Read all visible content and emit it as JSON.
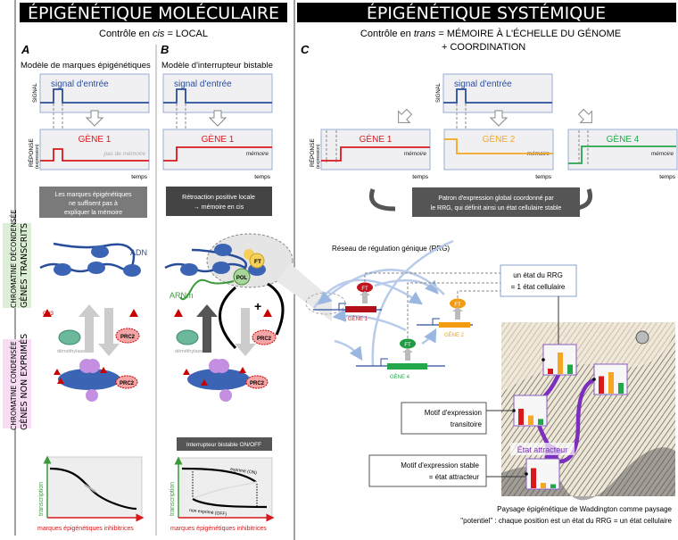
{
  "left": {
    "title": "ÉPIGÉNÉTIQUE MOLÉCULAIRE",
    "subtitle_prefix": "Contrôle en ",
    "subtitle_italic": "cis",
    "subtitle_suffix": " = LOCAL",
    "side_top": [
      "CHROMATINE DÉCONDENSÉE",
      "GÈNES TRANSCRITS"
    ],
    "side_bottom": [
      "CHROMATINE CONDENSÉE",
      "GÈNES NON EXPRIMÉS"
    ],
    "panel_a": {
      "letter": "A",
      "title": "Modèle de marques épigénétiques",
      "signal_label": "SIGNAL",
      "signal_text": "signal d'entrée",
      "response_label": "RÉPONSE",
      "response_sub": "(expression)",
      "gene": "GÈNE 1",
      "memory": "pas de mémoire",
      "time": "temps",
      "note": [
        "Les marques épigénétiques",
        "ne suffisent pas à",
        "expliquer la mémoire"
      ],
      "dna": "ADN",
      "ch3": "CH3",
      "demethylase": "déméthylase",
      "prc2": "PRC2",
      "y_axis": "transcription",
      "x_axis": "marques épigénétiques inhibitrices"
    },
    "panel_b": {
      "letter": "B",
      "title": "Modèle d'interrupteur bistable",
      "signal_text": "signal d'entrée",
      "gene": "GÈNE 1",
      "memory": "mémoire",
      "time": "temps",
      "note": [
        "Rétroaction positive locale",
        "→ mémoire en cis"
      ],
      "ft": "FT",
      "pol": "POL",
      "arnm": "ARNm",
      "plus": "+",
      "demethylase": "déméthylase",
      "prc2": "PRC2",
      "switch_title": "Interrupteur bistable ON/OFF",
      "on": "exprimé (ON)",
      "off": "non exprimé (OFF)",
      "y_axis": "transcription",
      "x_axis": "marques épigénétiques inhibitrices"
    }
  },
  "right": {
    "title": "ÉPIGÉNÉTIQUE SYSTÉMIQUE",
    "subtitle_prefix": "Contrôle en ",
    "subtitle_italic": "trans",
    "subtitle_suffix": " = MÉMOIRE À L'ÉCHELLE DU GÉNOME",
    "subtitle_line2": "+ COORDINATION",
    "letter": "C",
    "signal_label": "SIGNAL",
    "signal_text": "signal d'entrée",
    "response_label": "RÉPONSE",
    "response_sub": "(expression)",
    "genes": [
      {
        "name": "GÈNE 1",
        "memory": "mémoire",
        "time": "temps",
        "color": "#d7191c"
      },
      {
        "name": "GÈNE 2",
        "memory": "mémoire",
        "time": "temps",
        "color": "#f5a623"
      },
      {
        "name": "GÈNE 4",
        "memory": "mémoire",
        "time": "temps",
        "color": "#22a84a"
      }
    ],
    "note": [
      "Patron d'expression global coordonné par",
      "le RRG, qui définit ainsi un état cellulaire stable"
    ],
    "network_title": "Réseau de régulation génique (RRG)",
    "ft": "FT",
    "net_genes": [
      "GÈNE 1",
      "GÈNE 2",
      "GÈNE 4"
    ],
    "state_box": [
      "un état du RRG",
      "= 1 état cellulaire"
    ],
    "transient_box": [
      "Motif d'expression",
      "transitoire"
    ],
    "stable_box": [
      "Motif d'expression stable",
      "= état attracteur"
    ],
    "attractor": "État attracteur",
    "caption": [
      "Paysage épigénétique de Waddington comme paysage",
      "\"potentiel\" : chaque position est un état du RRG = un état cellulaire"
    ],
    "bar_patterns": [
      [
        0.2,
        0.8,
        0.35
      ],
      [
        0.65,
        0.8,
        0.4
      ],
      [
        0.6,
        0.35,
        0.22
      ],
      [
        0.75,
        0.2,
        0.15
      ]
    ]
  },
  "colors": {
    "signal": "#2a4d9b",
    "gene1": "#d7191c",
    "gene2": "#f5a623",
    "gene4": "#22a84a",
    "attractor": "#7b2fbe",
    "axis_y": "#3a9a3a",
    "axis_x": "#d7191c"
  }
}
